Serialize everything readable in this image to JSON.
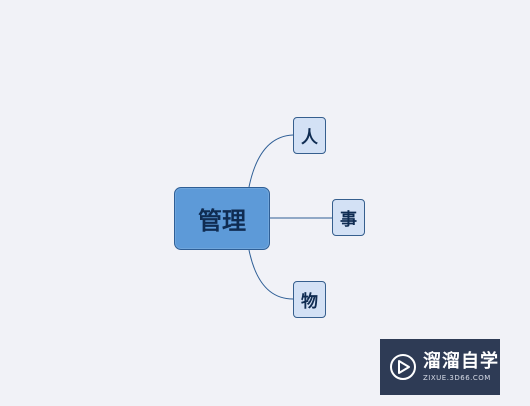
{
  "mindmap": {
    "central_topic": "管理",
    "subtopics": [
      {
        "label": "人"
      },
      {
        "label": "事"
      },
      {
        "label": "物"
      }
    ],
    "colors": {
      "background": "#f1f2f7",
      "central_fill": "#5d9ad8",
      "subtopic_fill": "#d3e1f5",
      "connector": "#2f5f96",
      "text": "#0f2c52"
    }
  },
  "watermark": {
    "name": "溜溜自学",
    "url": "ZIXUE.3D66.COM",
    "logo_icon": "play-icon",
    "background": "#2e3b55"
  }
}
